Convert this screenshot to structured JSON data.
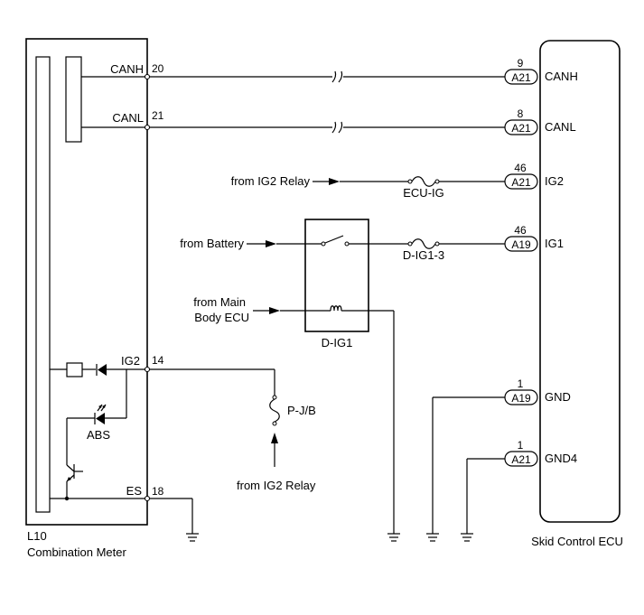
{
  "combination_meter": {
    "code": "L10",
    "name": "Combination Meter",
    "terminals": {
      "canh": {
        "name": "CANH",
        "pin": "20"
      },
      "canl": {
        "name": "CANL",
        "pin": "21"
      },
      "ig2": {
        "name": "IG2",
        "pin": "14"
      },
      "es": {
        "name": "ES",
        "pin": "18"
      }
    },
    "abs_label": "ABS"
  },
  "skid_ecu": {
    "name": "Skid Control ECU",
    "terminals": {
      "canh": {
        "pin": "9",
        "connector": "A21",
        "name": "CANH"
      },
      "canl": {
        "pin": "8",
        "connector": "A21",
        "name": "CANL"
      },
      "ig2": {
        "pin": "46",
        "connector": "A21",
        "name": "IG2"
      },
      "ig1": {
        "pin": "46",
        "connector": "A19",
        "name": "IG1"
      },
      "gnd": {
        "pin": "1",
        "connector": "A19",
        "name": "GND"
      },
      "gnd4": {
        "pin": "1",
        "connector": "A21",
        "name": "GND4"
      }
    }
  },
  "sources": {
    "ig2_relay_top": "from IG2 Relay",
    "battery": "from Battery",
    "main_body_line1": "from Main",
    "main_body_line2": "Body ECU",
    "ig2_relay_bottom": "from IG2 Relay"
  },
  "components": {
    "fuse_ecu_ig": "ECU-IG",
    "fuse_d_ig1_3": "D-IG1-3",
    "relay_d_ig1": "D-IG1",
    "pjb": "P-J/B"
  }
}
